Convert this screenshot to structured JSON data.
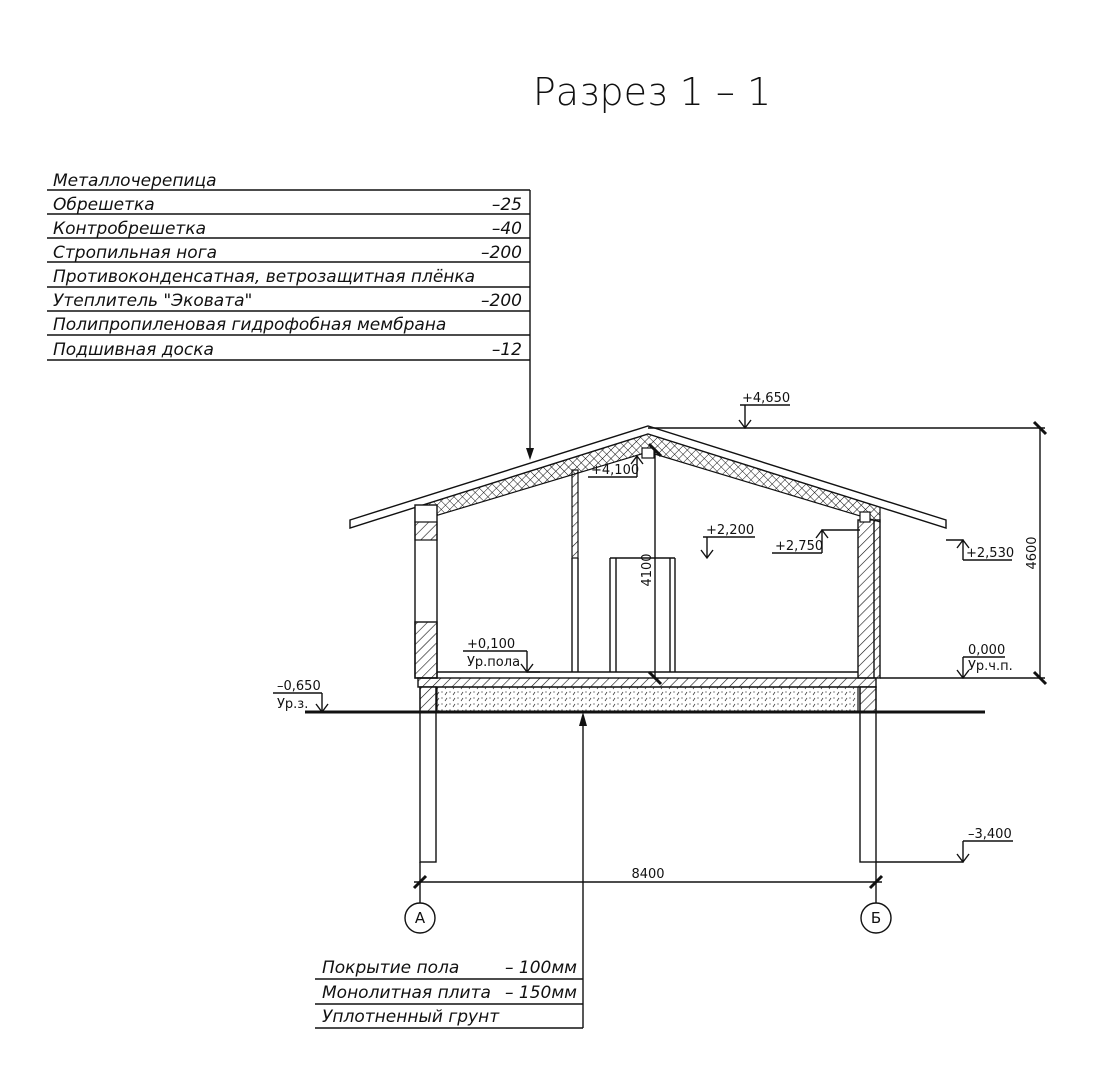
{
  "title": "Разрез 1 – 1",
  "roof_layers": [
    {
      "name": "Металлочерепица",
      "value": ""
    },
    {
      "name": "Обрешетка",
      "value": "–25"
    },
    {
      "name": "Контробрешетка",
      "value": "–40"
    },
    {
      "name": "Стропильная нога",
      "value": "–200"
    },
    {
      "name": "Противоконденсатная, ветрозащитная плёнка",
      "value": ""
    },
    {
      "name": "Утеплитель \"Эковата\"",
      "value": "–200"
    },
    {
      "name": "Полипропиленовая гидрофобная мембрана",
      "value": ""
    },
    {
      "name": "Подшивная доска",
      "value": "–12"
    }
  ],
  "floor_layers": [
    {
      "name": "Покрытие пола",
      "value": "– 100мм"
    },
    {
      "name": "Монолитная плита",
      "value": "– 150мм"
    },
    {
      "name": "Уплотненный грунт",
      "value": ""
    }
  ],
  "levels": {
    "ridge": "+4,650",
    "ceiling": "+4,100",
    "door": "+2,200",
    "wall_top": "+2,750",
    "eave": "+2,530",
    "zero": "0,000",
    "zero_label": "Ур.ч.п.",
    "floor": "+0,100",
    "floor_label": "Ур.пола",
    "ground": "–0,650",
    "ground_label": "Ур.з.",
    "pile_bottom": "–3,400"
  },
  "dimensions": {
    "height_total": "4600",
    "height_inner": "4100",
    "span": "8400"
  },
  "axes": [
    "А",
    "Б"
  ]
}
